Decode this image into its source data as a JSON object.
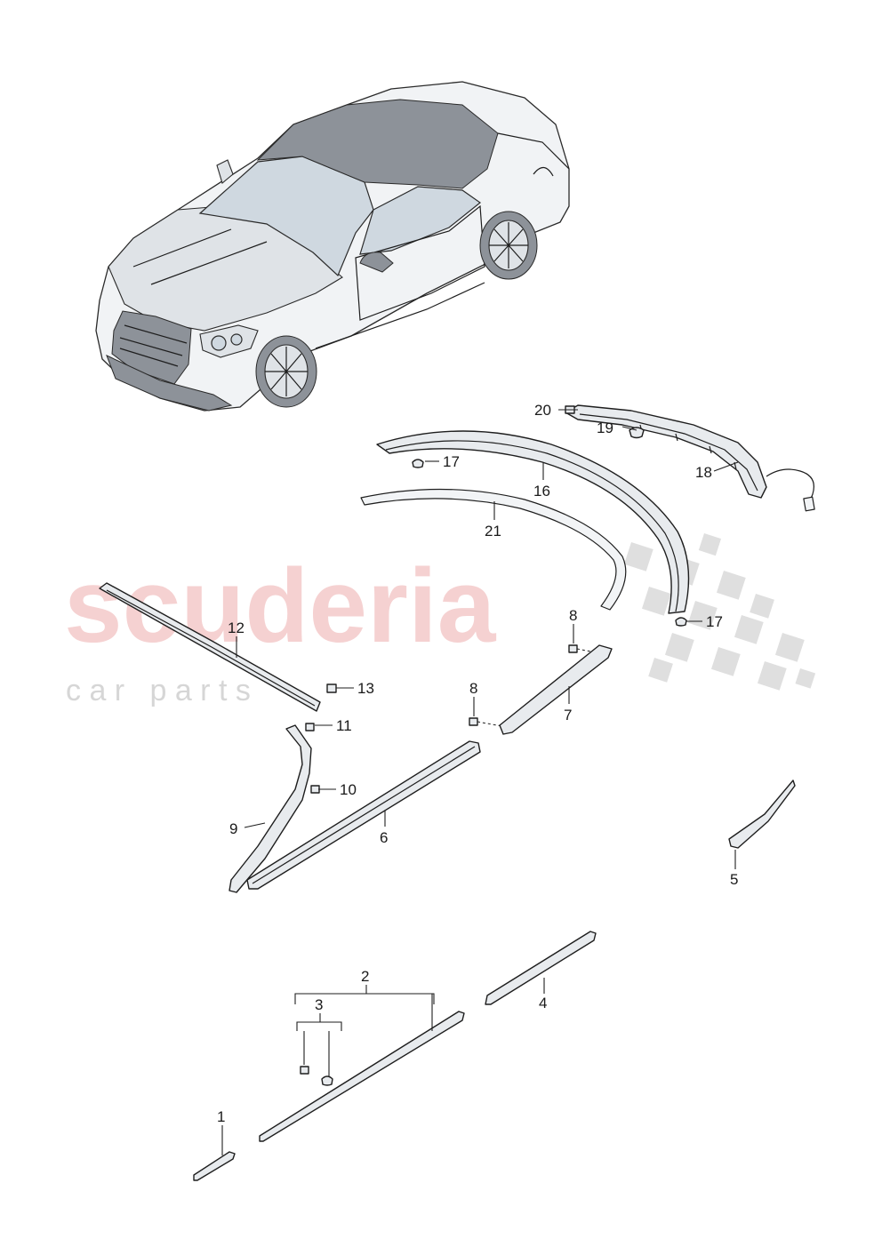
{
  "watermark": {
    "brand": "scuderia",
    "sub": "c a r   p a r t s"
  },
  "callouts": {
    "c1": "1",
    "c2": "2",
    "c3": "3",
    "c4": "4",
    "c5": "5",
    "c6": "6",
    "c7": "7",
    "c8a": "8",
    "c8b": "8",
    "c9": "9",
    "c10": "10",
    "c11": "11",
    "c12": "12",
    "c13": "13",
    "c16": "16",
    "c17a": "17",
    "c17b": "17",
    "c18": "18",
    "c19": "19",
    "c20": "20",
    "c21": "21"
  },
  "colors": {
    "watermark_red": "#f4c9c9",
    "watermark_grey": "#d6d6d6",
    "line": "#1e1e1e"
  }
}
